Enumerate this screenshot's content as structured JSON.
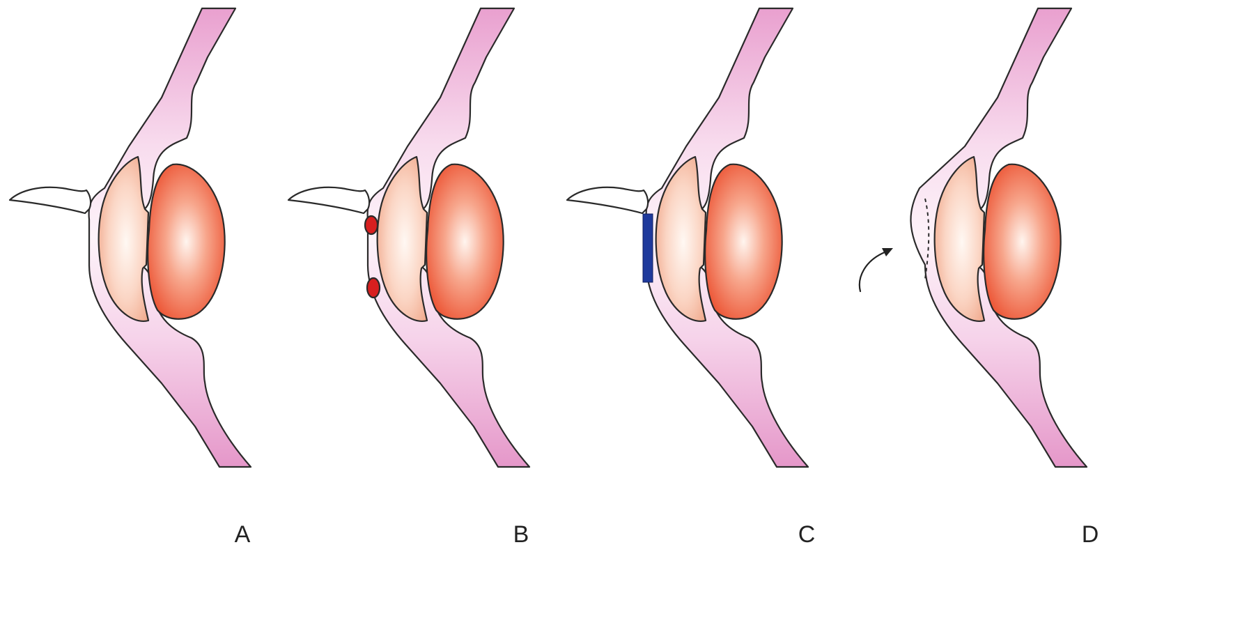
{
  "panels": [
    {
      "label": "A",
      "variant": "normal"
    },
    {
      "label": "B",
      "variant": "nodules"
    },
    {
      "label": "C",
      "variant": "band"
    },
    {
      "label": "D",
      "variant": "rotated"
    }
  ],
  "colors": {
    "tissue_light": "#fdf3f9",
    "tissue_dark": "#e9a0cf",
    "body1_light": "#fef3ee",
    "body1_dark": "#f1ab8f",
    "body2_light": "#fff2ea",
    "body2_dark": "#ee5a3a",
    "nodule": "#d71f1f",
    "band": "#1f3a9c",
    "outline": "#2a2a2a"
  }
}
